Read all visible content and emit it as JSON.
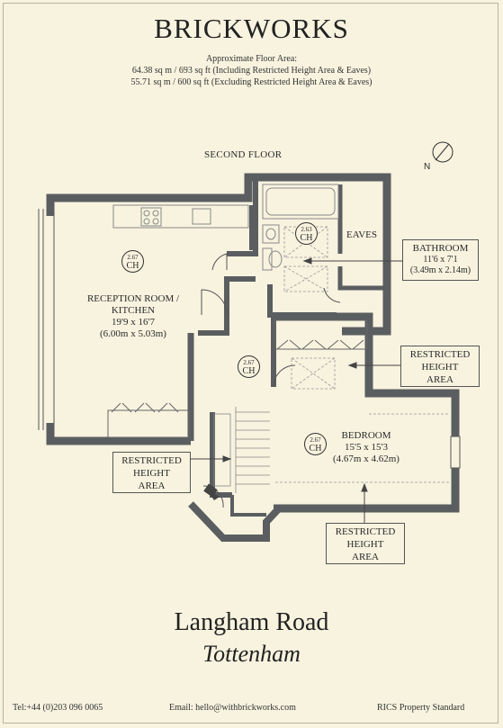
{
  "brand": "BRICKWORKS",
  "area": {
    "title": "Approximate Floor Area:",
    "line1": "64.38 sq m / 693 sq ft (Including Restricted Height Area & Eaves)",
    "line2": "55.71 sq m / 600 sq ft (Excluding Restricted Height Area & Eaves)"
  },
  "floor_label": "SECOND FLOOR",
  "compass": {
    "letter": "N"
  },
  "rooms": {
    "reception": {
      "name1": "RECEPTION ROOM /",
      "name2": "KITCHEN",
      "dims_imperial": "19'9 x 16'7",
      "dims_metric": "(6.00m x 5.03m)"
    },
    "bedroom": {
      "name": "BEDROOM",
      "dims_imperial": "15'5 x 15'3",
      "dims_metric": "(4.67m x 4.62m)"
    },
    "bathroom": {
      "name": "BATHROOM",
      "dims_imperial": "11'6 x 7'1",
      "dims_metric": "(3.49m x 2.14m)"
    },
    "eaves": {
      "name": "EAVES"
    }
  },
  "ceiling_heights": [
    {
      "value": "2.67",
      "unit": "CH"
    },
    {
      "value": "2.63",
      "unit": "CH"
    },
    {
      "value": "2.67",
      "unit": "CH"
    },
    {
      "value": "2.67",
      "unit": "CH"
    }
  ],
  "restricted": {
    "line1": "RESTRICTED",
    "line2": "HEIGHT",
    "line3": "AREA"
  },
  "address": {
    "street": "Langham Road",
    "area": "Tottenham"
  },
  "footer": {
    "tel": "Tel:+44 (0)203 096 0065",
    "email": "Email:  hello@withbrickworks.com",
    "standard": "RICS Property Standard"
  },
  "colors": {
    "background": "#f7f3df",
    "wall": "#5b5e60",
    "ink": "#2a2a2a"
  }
}
